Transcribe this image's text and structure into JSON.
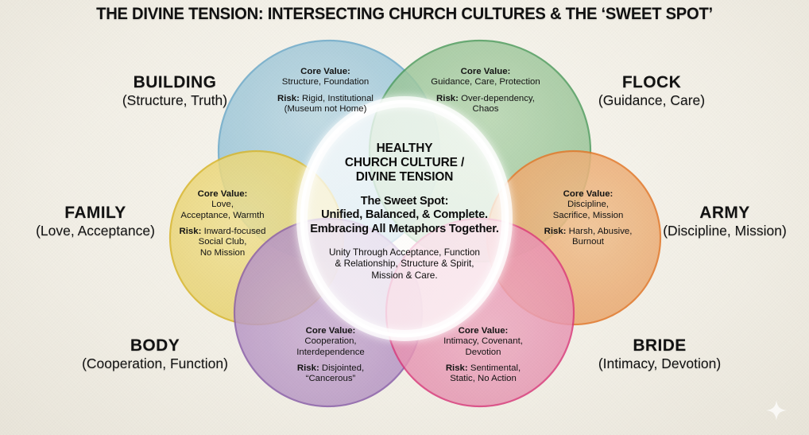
{
  "title": "THE DIVINE TENSION: INTERSECTING CHURCH CULTURES & THE ‘SWEET SPOT’",
  "background_color": "#f4f1e9",
  "diagram": {
    "type": "venn",
    "circle_count": 6,
    "center_ellipse_color": "#ffffff"
  },
  "labels": {
    "building": {
      "title": "BUILDING",
      "sub": "(Structure, Truth)"
    },
    "flock": {
      "title": "FLOCK",
      "sub": "(Guidance, Care)"
    },
    "family": {
      "title": "FAMILY",
      "sub": "(Love, Acceptance)"
    },
    "army": {
      "title": "ARMY",
      "sub": "(Discipline, Mission)"
    },
    "body": {
      "title": "BODY",
      "sub": "(Cooperation, Function)"
    },
    "bride": {
      "title": "BRIDE",
      "sub": "(Intimacy, Devotion)"
    }
  },
  "common": {
    "core_value_label": "Core Value:",
    "risk_label": "Risk:"
  },
  "circles": {
    "building": {
      "name": "BUILDING",
      "color": "#7cb9e0",
      "fill": "#a9d4ef",
      "core_value": "Structure, Foundation",
      "risk_line1": "Rigid, Institutional",
      "risk_line2": "(Museum not Home)"
    },
    "flock": {
      "name": "FLOCK",
      "color": "#5cab6e",
      "fill": "#a8d4ac",
      "core_value": "Guidance, Care, Protection",
      "risk_line1": "Over-dependency,",
      "risk_line2": "Chaos"
    },
    "family": {
      "name": "FAMILY",
      "color": "#e8c93f",
      "fill": "#f6e58a",
      "core_value_line1": "Love,",
      "core_value_line2": "Acceptance, Warmth",
      "risk_line1": "Inward-focused",
      "risk_line2": "Social Club,",
      "risk_line3": "No Mission"
    },
    "army": {
      "name": "ARMY",
      "color": "#f0883c",
      "fill": "#f7bb85",
      "core_value_line1": "Discipline,",
      "core_value_line2": "Sacrifice, Mission",
      "risk_line1": "Harsh, Abusive,",
      "risk_line2": "Burnout"
    },
    "body": {
      "name": "BODY",
      "color": "#9b6fc0",
      "fill": "#c5a6de",
      "core_value_line1": "Cooperation,",
      "core_value_line2": "Interdependence",
      "risk_line1": "Disjointed,",
      "risk_line2": "“Cancerous”"
    },
    "bride": {
      "name": "BRIDE",
      "color": "#e8468f",
      "fill": "#f5a5c8",
      "core_value_line1": "Intimacy, Covenant,",
      "core_value_line2": "Devotion",
      "risk_line1": "Sentimental,",
      "risk_line2": "Static, No Action"
    }
  },
  "center": {
    "heading_line1": "HEALTHY",
    "heading_line2": "CHURCH CULTURE /",
    "heading_line3": "DIVINE TENSION",
    "sweet_line1": "The Sweet Spot:",
    "sweet_line2": "Unified, Balanced, & Complete.",
    "sweet_line3": "Embracing All Metaphors Together.",
    "sub_line1": "Unity Through Acceptance, Function",
    "sub_line2": "& Relationship, Structure & Spirit,",
    "sub_line3": "Mission & Care."
  },
  "watermark": {
    "icon": "sparkle-icon"
  }
}
